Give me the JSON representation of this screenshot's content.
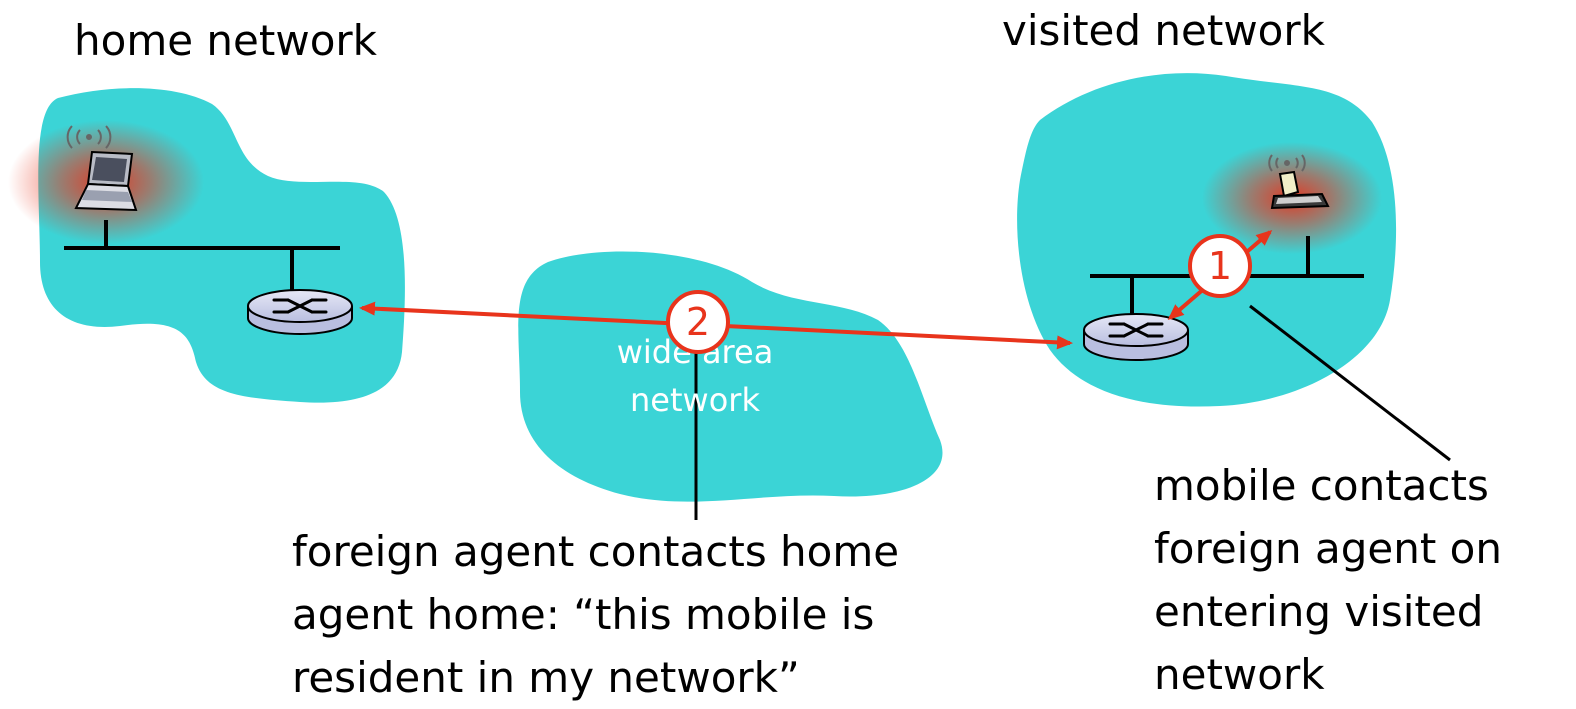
{
  "home_network": {
    "label": "home network"
  },
  "visited_network": {
    "label": "visited network"
  },
  "wide_area_network": {
    "line1": "wide area",
    "line2": "network"
  },
  "step1": {
    "number": "1"
  },
  "step2": {
    "number": "2"
  },
  "annotations": {
    "foreign_agent": [
      "foreign agent contacts home",
      "agent home: “this mobile is",
      "resident in my network”"
    ],
    "mobile": [
      "mobile contacts",
      "foreign agent on",
      "entering visited",
      "network"
    ]
  },
  "colors": {
    "cloud": "#3bd4d6",
    "arrow": "#e8341c",
    "router_body": "#c9cde8",
    "glow": "#e8341c"
  },
  "icons": [
    "laptop-icon",
    "wireless-signal-icon",
    "router-icon"
  ]
}
